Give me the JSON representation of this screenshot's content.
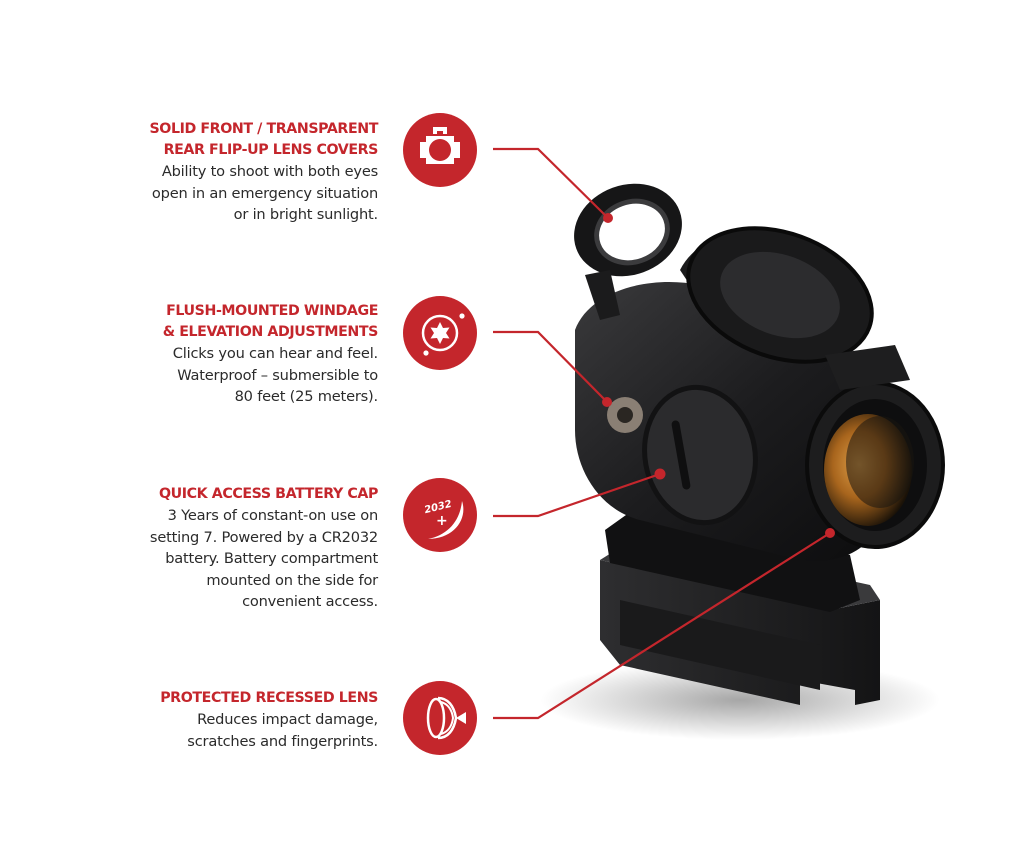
{
  "theme": {
    "accent": "#c4262c",
    "body_text": "#2b2b2b",
    "background": "#ffffff"
  },
  "features": [
    {
      "title_lines": [
        "SOLID FRONT / TRANSPARENT",
        "REAR FLIP-UP LENS COVERS"
      ],
      "description_lines": [
        "Ability to shoot with both eyes",
        "open in an emergency situation",
        "or in bright sunlight."
      ],
      "icon": "lens-cover-icon"
    },
    {
      "title_lines": [
        "FLUSH-MOUNTED WINDAGE",
        "& ELEVATION ADJUSTMENTS"
      ],
      "description_lines": [
        "Clicks you can hear and feel.",
        "Waterproof – submersible to",
        "80 feet (25 meters)."
      ],
      "icon": "torx-adjustment-icon"
    },
    {
      "title_lines": [
        "QUICK ACCESS BATTERY CAP"
      ],
      "description_lines": [
        "3 Years of constant-on use on",
        "setting 7. Powered by a CR2032",
        "battery. Battery compartment",
        "mounted on the side for",
        "convenient access."
      ],
      "icon": "battery-2032-icon",
      "icon_label": "2032",
      "icon_sign": "+"
    },
    {
      "title_lines": [
        "PROTECTED RECESSED LENS"
      ],
      "description_lines": [
        "Reduces impact damage,",
        "scratches and fingerprints."
      ],
      "icon": "recessed-lens-icon"
    }
  ],
  "product": {
    "name": "red-dot-sight",
    "lens_tint": "#c98a2a"
  }
}
